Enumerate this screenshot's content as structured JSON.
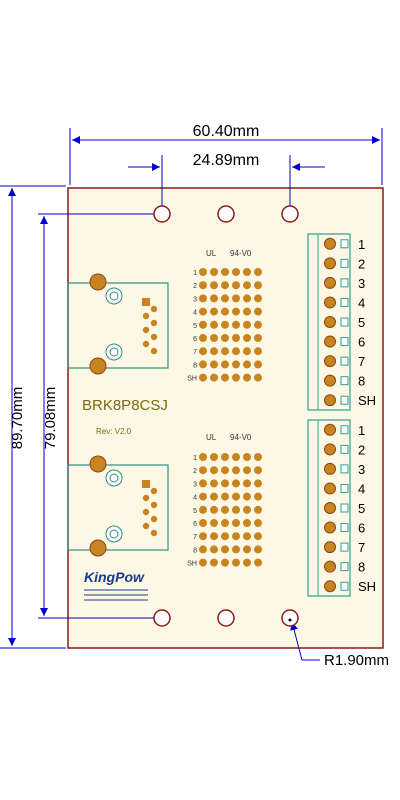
{
  "dimensions": {
    "overall_width": "60.40mm",
    "hole_spacing": "24.89mm",
    "overall_height": "89.70mm",
    "hole_height_spacing": "79.08mm",
    "corner_radius": "R1.90mm"
  },
  "board": {
    "model": "BRK8P8CSJ",
    "revision": "Rev: V2.0",
    "brand": "KingPow",
    "ul_mark": "UL",
    "rating": "94-V0"
  },
  "pin_labels": [
    "1",
    "2",
    "3",
    "4",
    "5",
    "6",
    "7",
    "8",
    "SH"
  ],
  "colors": {
    "board": "#fdf7e6",
    "outline": "#8b1a1a",
    "dimension": "#0000cc",
    "pad": "#c8841e",
    "pad_dark": "#8b4513",
    "terminal": "#2fa090",
    "label": "#7a6a10",
    "brand": "#1a3a8a"
  }
}
